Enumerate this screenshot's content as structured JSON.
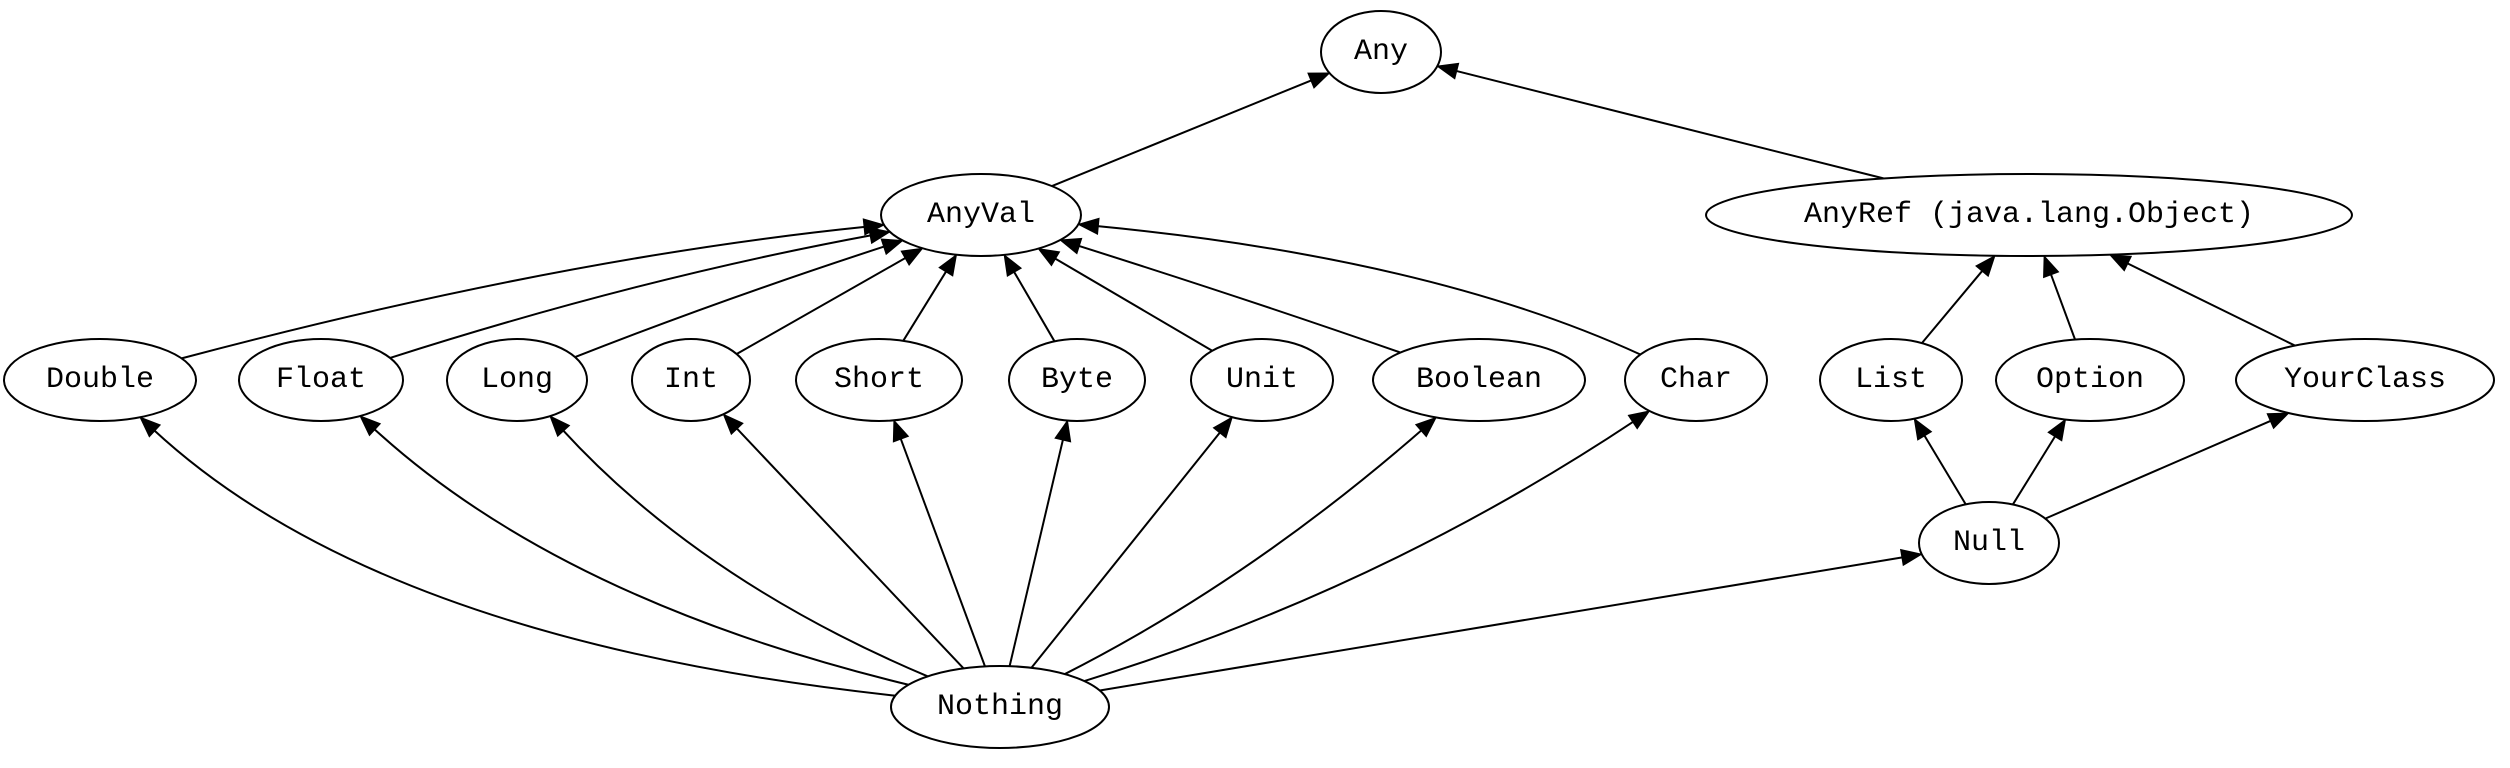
{
  "diagram": {
    "type": "class-hierarchy",
    "nodes": [
      {
        "id": "any",
        "label": "Any"
      },
      {
        "id": "anyval",
        "label": "AnyVal"
      },
      {
        "id": "anyref",
        "label": "AnyRef (java.lang.Object)"
      },
      {
        "id": "double",
        "label": "Double"
      },
      {
        "id": "float",
        "label": "Float"
      },
      {
        "id": "long",
        "label": "Long"
      },
      {
        "id": "int",
        "label": "Int"
      },
      {
        "id": "short",
        "label": "Short"
      },
      {
        "id": "byte",
        "label": "Byte"
      },
      {
        "id": "unit",
        "label": "Unit"
      },
      {
        "id": "boolean",
        "label": "Boolean"
      },
      {
        "id": "char",
        "label": "Char"
      },
      {
        "id": "list",
        "label": "List"
      },
      {
        "id": "option",
        "label": "Option"
      },
      {
        "id": "yourclass",
        "label": "YourClass"
      },
      {
        "id": "null",
        "label": "Null"
      },
      {
        "id": "nothing",
        "label": "Nothing"
      }
    ],
    "edges": [
      {
        "from": "anyval",
        "to": "any"
      },
      {
        "from": "anyref",
        "to": "any"
      },
      {
        "from": "double",
        "to": "anyval"
      },
      {
        "from": "float",
        "to": "anyval"
      },
      {
        "from": "long",
        "to": "anyval"
      },
      {
        "from": "int",
        "to": "anyval"
      },
      {
        "from": "short",
        "to": "anyval"
      },
      {
        "from": "byte",
        "to": "anyval"
      },
      {
        "from": "unit",
        "to": "anyval"
      },
      {
        "from": "boolean",
        "to": "anyval"
      },
      {
        "from": "char",
        "to": "anyval"
      },
      {
        "from": "list",
        "to": "anyref"
      },
      {
        "from": "option",
        "to": "anyref"
      },
      {
        "from": "yourclass",
        "to": "anyref"
      },
      {
        "from": "null",
        "to": "list"
      },
      {
        "from": "null",
        "to": "option"
      },
      {
        "from": "null",
        "to": "yourclass"
      },
      {
        "from": "nothing",
        "to": "double"
      },
      {
        "from": "nothing",
        "to": "float"
      },
      {
        "from": "nothing",
        "to": "long"
      },
      {
        "from": "nothing",
        "to": "int"
      },
      {
        "from": "nothing",
        "to": "short"
      },
      {
        "from": "nothing",
        "to": "byte"
      },
      {
        "from": "nothing",
        "to": "unit"
      },
      {
        "from": "nothing",
        "to": "boolean"
      },
      {
        "from": "nothing",
        "to": "char"
      },
      {
        "from": "nothing",
        "to": "null"
      }
    ]
  },
  "colors": {
    "background": "#ffffff",
    "stroke": "#000000",
    "text": "#000000"
  }
}
